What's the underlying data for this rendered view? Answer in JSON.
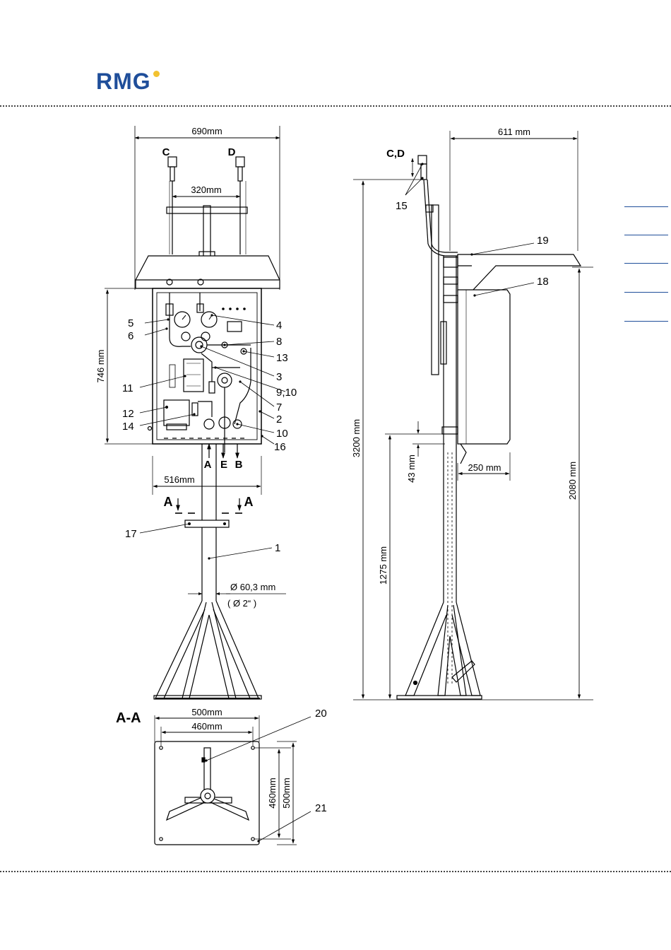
{
  "header": {
    "logo_text": "RMG",
    "brand_color": "#1f4e9a",
    "accent_color": "#f2c230"
  },
  "side_tabs": {
    "count": 5,
    "color": "#1f4e9a"
  },
  "front_view": {
    "dims": {
      "width_690": "690mm",
      "width_320": "320mm",
      "height_746": "746 mm",
      "width_516": "516mm",
      "pipe_dia": "Ø 60,3 mm",
      "pipe_dia_inch": "( Ø 2“ )"
    },
    "port_letters": {
      "c": "C",
      "d": "D",
      "a": "A",
      "e": "E",
      "b": "B"
    },
    "section_marks": {
      "left": "A",
      "right": "A"
    },
    "callouts": {
      "n5": "5",
      "n6": "6",
      "n4": "4",
      "n8": "8",
      "n13": "13",
      "n3": "3",
      "n11": "11",
      "n9_10": "9,10",
      "n7": "7",
      "n12": "12",
      "n2": "2",
      "n14": "14",
      "n10": "10",
      "n16": "16",
      "n17": "17",
      "n1": "1"
    }
  },
  "side_view": {
    "dims": {
      "width_611": "611 mm",
      "height_3200": "3200 mm",
      "height_2080": "2080 mm",
      "height_1275": "1275 mm",
      "height_43": "43 mm",
      "width_250": "250 mm"
    },
    "label_cd": "C,D",
    "callouts": {
      "n15": "15",
      "n19": "19",
      "n18": "18"
    }
  },
  "section_view": {
    "title": "A-A",
    "dims": {
      "w500": "500mm",
      "w460": "460mm",
      "h460": "460mm",
      "h500": "500mm"
    },
    "callouts": {
      "n20": "20",
      "n21": "21"
    }
  }
}
